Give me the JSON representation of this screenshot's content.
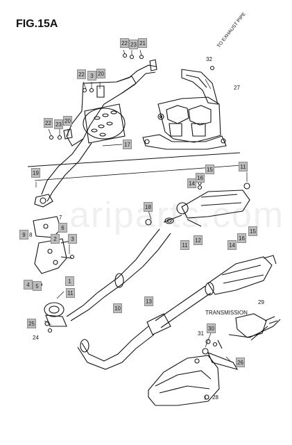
{
  "figure_label": "FIG.15A",
  "watermark": "ariparts.com",
  "exhaust_pipe_note": "TO EXHAUST PIPE",
  "transmission_label": "TRANSMISSION",
  "callouts": {
    "c22a": "22",
    "c23a": "23",
    "c21": "21",
    "c22b": "22",
    "c3b": "3",
    "c20b": "20",
    "c22c": "22",
    "c23c": "23",
    "c20c": "20",
    "c17": "17",
    "c19": "19",
    "c16a": "16",
    "c15a": "15",
    "c14a": "14",
    "c11a": "11",
    "c18": "18",
    "c6": "6",
    "c9": "9",
    "c2": "2",
    "c3": "3",
    "c1": "1",
    "c5": "5",
    "c4": "4",
    "c11b": "11",
    "c11c": "11",
    "c12": "12",
    "c14b": "14",
    "c16b": "16",
    "c15b": "15",
    "c10": "10",
    "c13": "13",
    "c25": "25",
    "c30": "30",
    "c26": "26"
  },
  "plain_labels": {
    "p32": "32",
    "p27": "27",
    "p7": "7",
    "p8": "8",
    "p24": "24",
    "p29": "29",
    "p31": "31",
    "p28": "28"
  }
}
